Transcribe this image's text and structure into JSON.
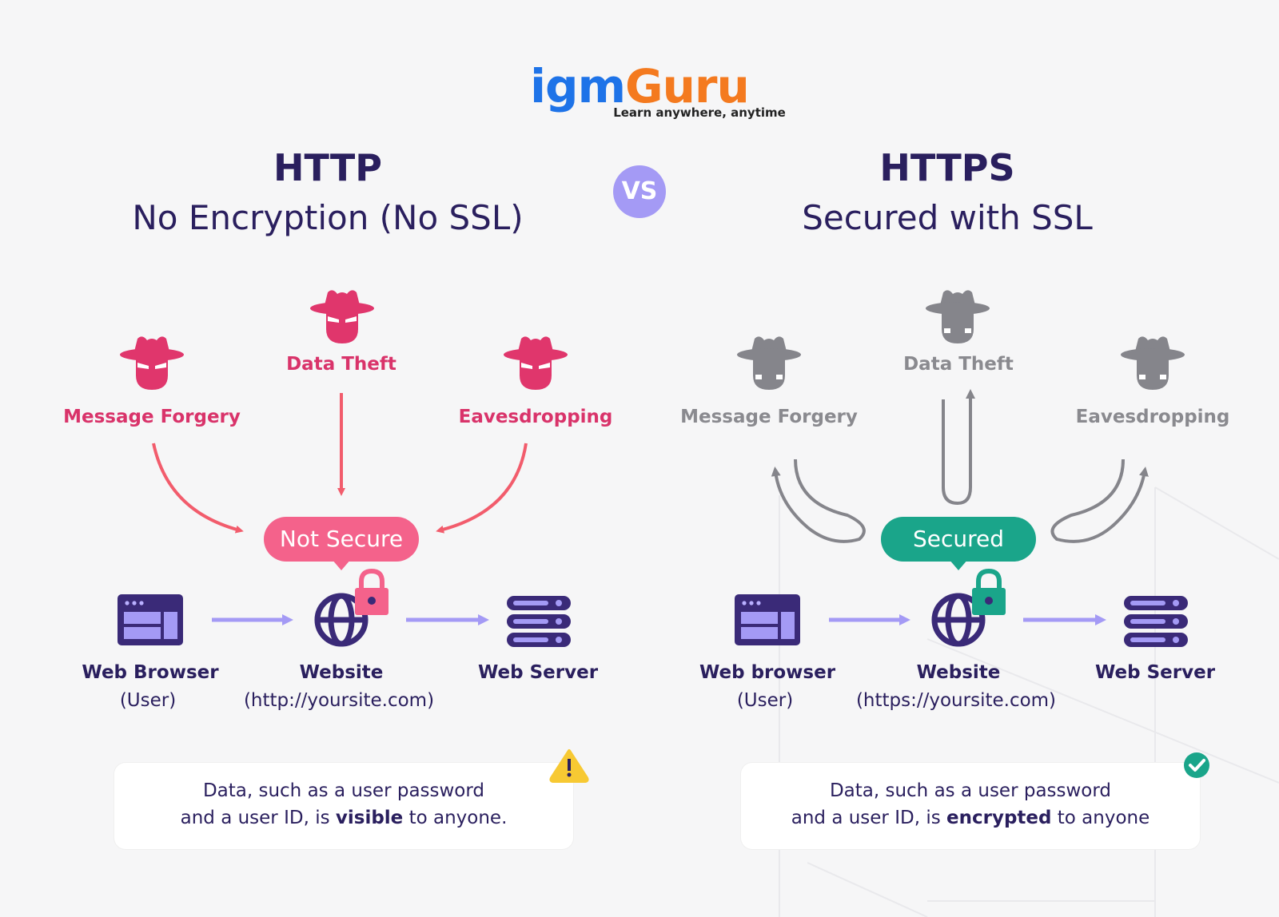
{
  "logo": {
    "part1": "igm",
    "part2": "Guru",
    "tagline": "Learn anywhere, anytime"
  },
  "vs": "VS",
  "left": {
    "title": "HTTP",
    "subtitle": "No Encryption (No SSL)",
    "threats": [
      "Message Forgery",
      "Data Theft",
      "Eavesdropping"
    ],
    "status": "Not Secure",
    "nodes": [
      {
        "label": "Web Browser",
        "sub": "(User)"
      },
      {
        "label": "Website",
        "sub": "(http://yoursite.com)"
      },
      {
        "label": "Web Server",
        "sub": ""
      }
    ],
    "note": {
      "line1": "Data, such as a user password",
      "line2_pre": "and a user ID, is ",
      "line2_bold": "visible",
      "line2_post": " to anyone."
    }
  },
  "right": {
    "title": "HTTPS",
    "subtitle": "Secured with SSL",
    "threats": [
      "Message Forgery",
      "Data Theft",
      "Eavesdropping"
    ],
    "status": "Secured",
    "nodes": [
      {
        "label": "Web browser",
        "sub": "(User)"
      },
      {
        "label": "Website",
        "sub": "(https://yoursite.com)"
      },
      {
        "label": "Web Server",
        "sub": ""
      }
    ],
    "note": {
      "line1": "Data, such as a user password",
      "line2_pre": "and a user ID, is ",
      "line2_bold": "encrypted",
      "line2_post": " to anyone"
    }
  },
  "colors": {
    "threat_red": "#e0366c",
    "threat_gray": "#85858b",
    "arrow_red": "#f25c6c",
    "flow_arrow": "#a49af5",
    "icon_dark": "#3a2a78",
    "secure_green": "#1aa58a",
    "unsecure_pink": "#f4628b"
  },
  "icons": [
    "hacker-icon",
    "browser-window-icon",
    "globe-icon",
    "padlock-icon",
    "server-icon",
    "warning-icon",
    "check-icon"
  ]
}
